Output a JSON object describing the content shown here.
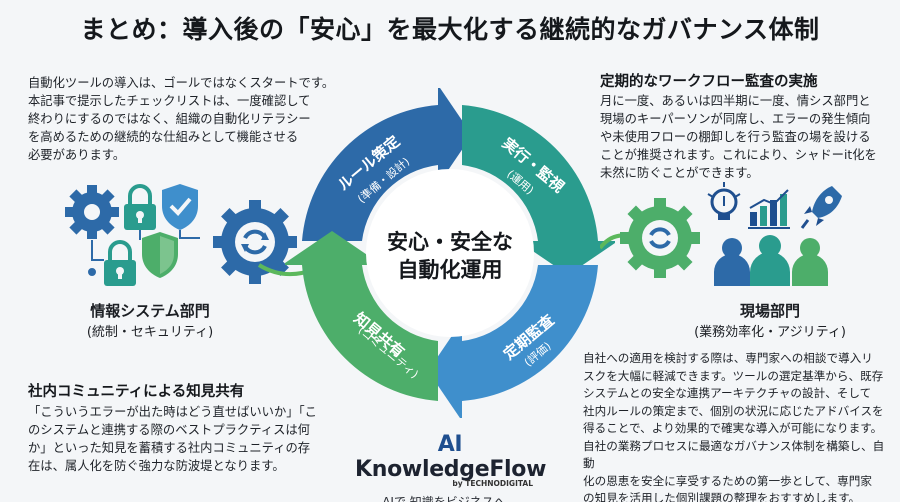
{
  "title": "まとめ：導入後の「安心」を最大化する継続的なガバナンス体制",
  "intro": {
    "lines": [
      "自動化ツールの導入は、ゴールではなくスタートです。",
      "本記事で提示したチェックリストは、一度確認して",
      "終わりにするのではなく、組織の自動化リテラシー",
      "を高めるための継続的な仕組みとして機能させる",
      "必要があります。"
    ]
  },
  "audit": {
    "heading": "定期的なワークフロー監査の実施",
    "lines": [
      "月に一度、あるいは四半期に一度、情シス部門と",
      "現場のキーパーソンが同席し、エラーの発生傾向",
      "や未使用フローの棚卸しを行う監査の場を設ける",
      "ことが推奨されます。これにより、シャドーit化を",
      "未然に防ぐことができます。"
    ]
  },
  "cycle": {
    "center_line1": "安心・安全な",
    "center_line2": "自動化運用",
    "stages": [
      {
        "label": "ルール策定",
        "sub": "(準備・設計)",
        "color": "#2d6aa8"
      },
      {
        "label": "実行・監視",
        "sub": "(運用)",
        "color": "#2a9c8e"
      },
      {
        "label": "定期監査",
        "sub": "(評価)",
        "color": "#3f8fcc"
      },
      {
        "label": "知見共有",
        "sub": "(コミュニティ)",
        "color": "#4dae6a"
      }
    ]
  },
  "left_dept": {
    "name": "情報システム部門",
    "sub": "(統制・セキュリティ)",
    "icons": [
      "gear-icon",
      "lock-icon",
      "shield-icon",
      "padlock-icon",
      "shield-check-icon",
      "cycle-gear-icon"
    ]
  },
  "right_dept": {
    "name": "現場部門",
    "sub": "(業務効率化・アジリティ)",
    "icons": [
      "cycle-gear-icon",
      "lightbulb-icon",
      "bar-chart-icon",
      "rocket-icon",
      "team-icon"
    ]
  },
  "community": {
    "heading": "社内コミュニティによる知見共有",
    "lines": [
      "「こういうエラーが出た時はどう直せばいいか」「こ",
      "のシステムと連携する際のベストプラクティスは何",
      "か」といった知見を蓄積する社内コミュニティの存",
      "在は、属人化を防ぐ強力な防波堤となります。"
    ]
  },
  "consult": {
    "lines": [
      "自社への適用を検討する際は、専門家への相談で導入リ",
      "スクを大幅に軽減できます。ツールの選定基準から、既存",
      "システムとの安全な連携アーキテクチャの設計、そして",
      "社内ルールの策定まで、個別の状況に応じたアドバイスを",
      "得ることで、より効果的で確実な導入が可能になります。",
      "自社の業務プロセスに最適なガバナンス体制を構築し、自動",
      "化の恩恵を安全に享受するための第一歩として、専門家",
      "の知見を活用した個別課題の整理をおすすめします。"
    ]
  },
  "brand": {
    "ai": "AI",
    "name": "KnowledgeFlow",
    "by": "by TECHNODIGITAL",
    "tagline": "AIで 知識をビジネスへ。"
  },
  "colors": {
    "navy": "#1f4f8f",
    "teal": "#2a9c8e",
    "light_blue": "#3f8fcc",
    "green": "#4dae6a",
    "accent_green": "#5cb85c"
  }
}
